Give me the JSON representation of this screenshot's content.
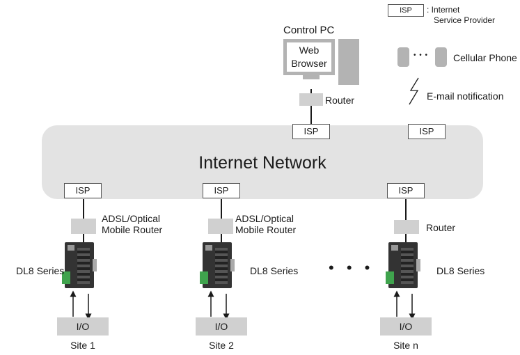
{
  "legend": {
    "isp_box": "ISP",
    "isp_desc_line1": ": Internet",
    "isp_desc_line2": "Service Provider",
    "cellular_dots": "• • •",
    "cellular_label": "Cellular Phone",
    "email_label": "E-mail notification"
  },
  "control_pc": {
    "title": "Control PC",
    "screen_line1": "Web",
    "screen_line2": "Browser",
    "router_label": "Router"
  },
  "network": {
    "label": "Internet Network",
    "isp_top_left": "ISP",
    "isp_top_right": "ISP",
    "isp_bottom_1": "ISP",
    "isp_bottom_2": "ISP",
    "isp_bottom_n": "ISP"
  },
  "sites": [
    {
      "router_line1": "ADSL/Optical",
      "router_line2": "Mobile Router",
      "device_label": "DL8 Series",
      "io_label": "I/O",
      "site_label": "Site 1"
    },
    {
      "router_line1": "ADSL/Optical",
      "router_line2": "Mobile Router",
      "device_label": "DL8 Series",
      "io_label": "I/O",
      "site_label": "Site 2"
    },
    {
      "router_line1": "Router",
      "router_line2": "",
      "device_label": "DL8 Series",
      "io_label": "I/O",
      "site_label": "Site n"
    }
  ],
  "ellipsis": "• • •"
}
